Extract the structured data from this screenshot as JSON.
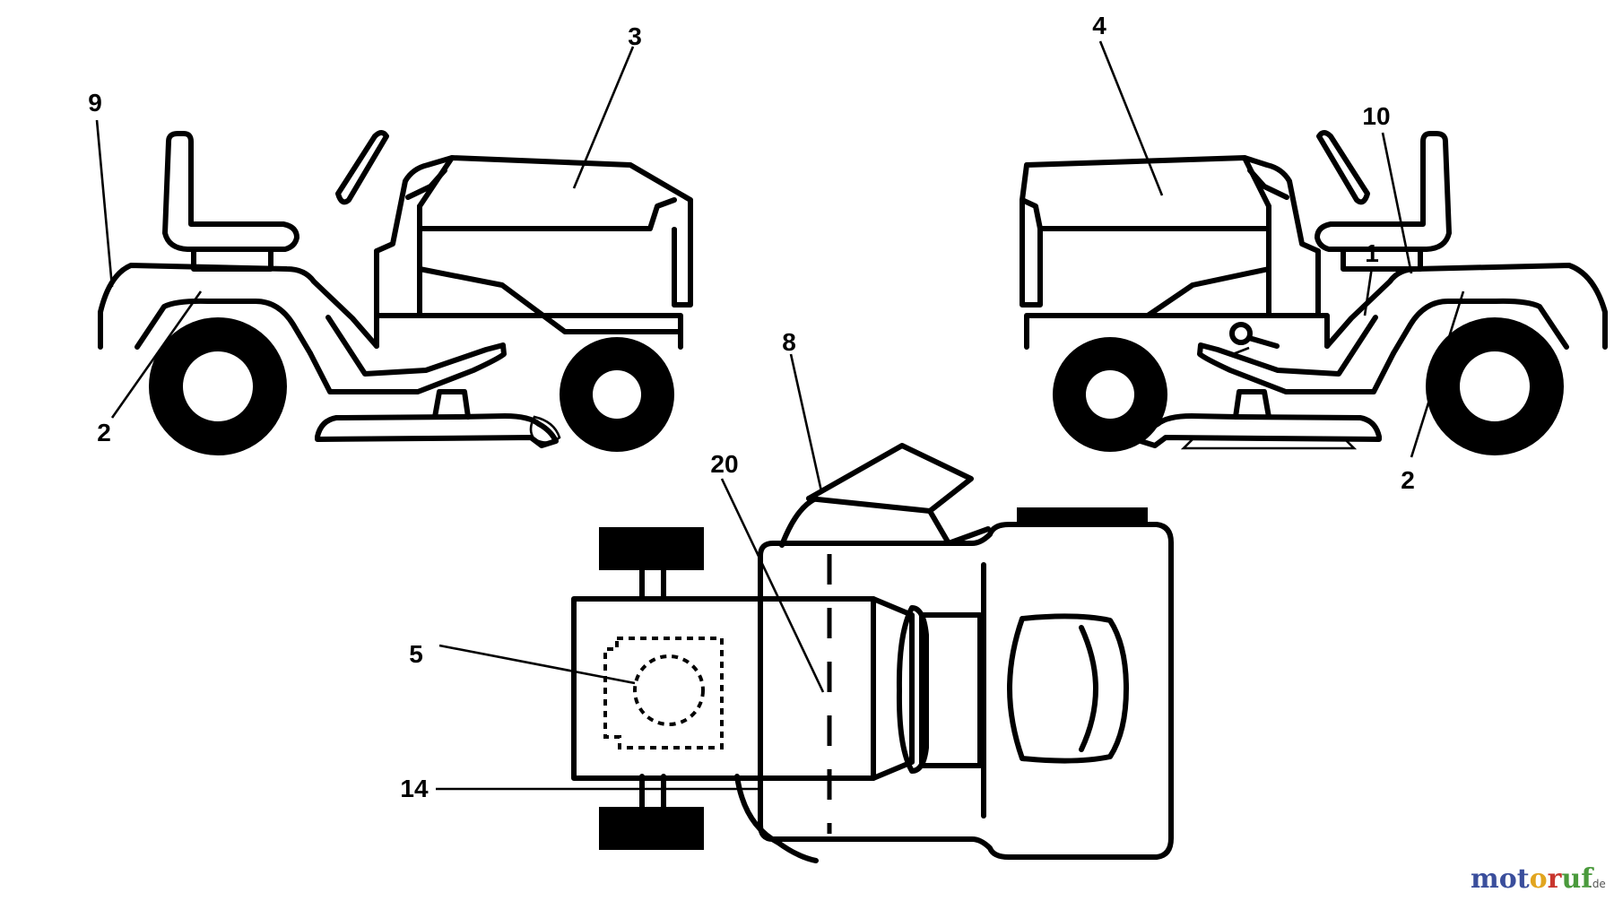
{
  "callouts": {
    "c1": "1",
    "c2_left": "2",
    "c2_right": "2",
    "c3": "3",
    "c4": "4",
    "c5": "5",
    "c8": "8",
    "c9": "9",
    "c10": "10",
    "c14": "14",
    "c20": "20"
  },
  "watermark": {
    "letters": [
      "m",
      "o",
      "t",
      "o",
      "r",
      "u",
      "f"
    ],
    "colors": [
      "#3a4e9c",
      "#3a4e9c",
      "#3a4e9c",
      "#e2a51f",
      "#c8362e",
      "#4a9a3c",
      "#4a9a3c"
    ],
    "suffix": ".de"
  }
}
